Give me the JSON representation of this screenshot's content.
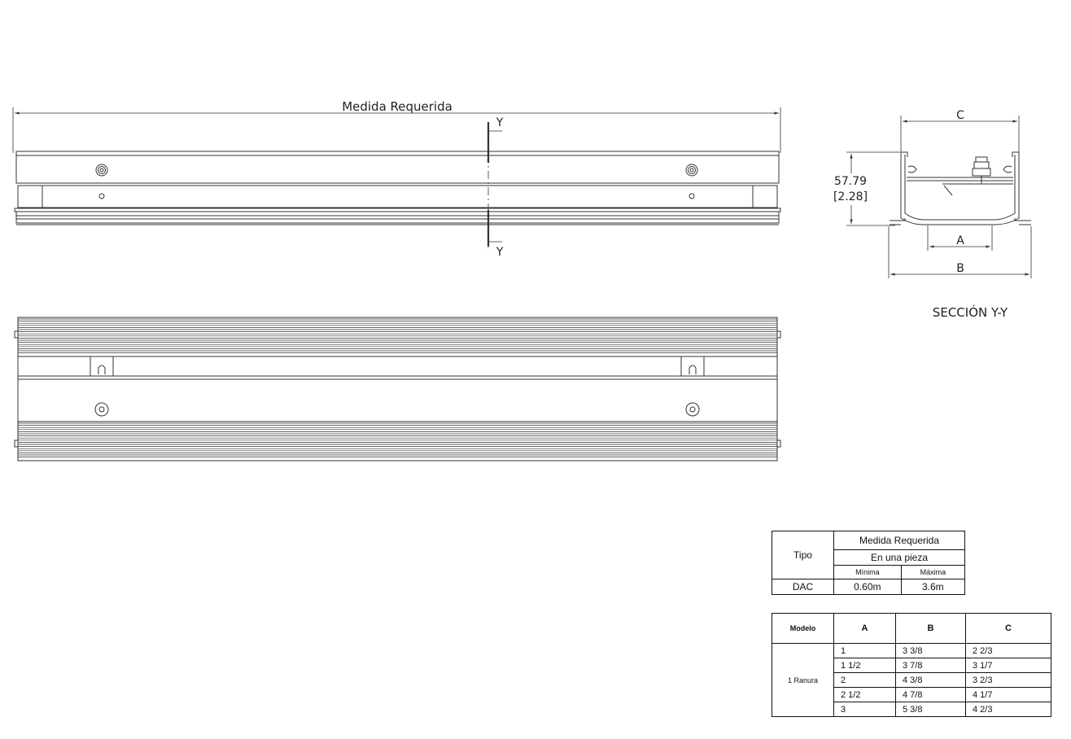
{
  "drawing": {
    "length_dimension_label": "Medida Requerida",
    "section_marker": "Y",
    "section_title": "SECCIÓN Y-Y",
    "height_dimension_mm": "57.79",
    "height_dimension_in": "[2.28]",
    "dim_a": "A",
    "dim_b": "B",
    "dim_c": "C"
  },
  "spec_table": {
    "tipo_header": "Tipo",
    "medida_header": "Medida Requerida",
    "subheader": "En una pieza",
    "min_header": "Mínima",
    "max_header": "Máxima",
    "rows": [
      {
        "tipo": "DAC",
        "min": "0.60m",
        "max": "3.6m"
      }
    ]
  },
  "model_table": {
    "headers": {
      "modelo": "Modelo",
      "a": "A",
      "b": "B",
      "c": "C"
    },
    "model_name": "1  Ranura",
    "rows": [
      {
        "a": "1",
        "b": "3 3/8",
        "c": "2 2/3"
      },
      {
        "a": "1 1/2",
        "b": "3 7/8",
        "c": "3 1/7"
      },
      {
        "a": "2",
        "b": "4 3/8",
        "c": "3 2/3"
      },
      {
        "a": "2 1/2",
        "b": "4 7/8",
        "c": "4 1/7"
      },
      {
        "a": "3",
        "b": "5 3/8",
        "c": "4 2/3"
      }
    ]
  }
}
